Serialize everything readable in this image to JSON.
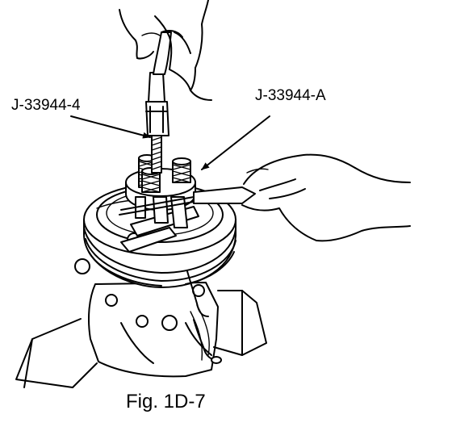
{
  "labels": {
    "tool_a": "J-33944-4",
    "tool_b": "J-33944-A"
  },
  "caption": "Fig. 1D-7"
}
